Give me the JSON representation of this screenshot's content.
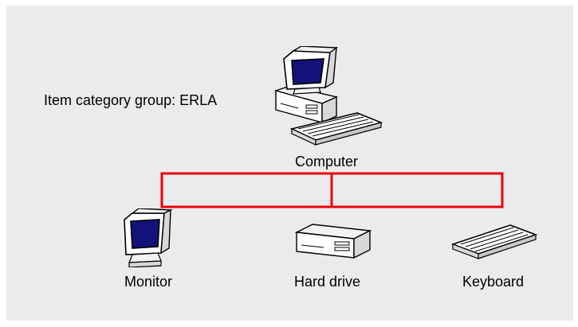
{
  "diagram": {
    "group_label": "Item category group: ERLA",
    "root": {
      "label": "Computer",
      "icon": "computer-icon"
    },
    "children": [
      {
        "label": "Monitor",
        "icon": "monitor-icon"
      },
      {
        "label": "Hard drive",
        "icon": "hard-drive-icon"
      },
      {
        "label": "Keyboard",
        "icon": "keyboard-icon"
      }
    ],
    "connector_color": "#e8000b",
    "background_color": "#ebebeb"
  }
}
